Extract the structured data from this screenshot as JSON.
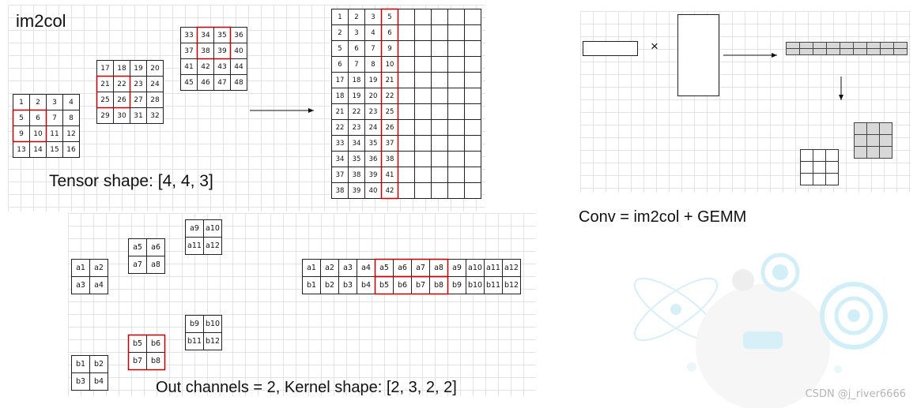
{
  "top_left": {
    "title": "im2col",
    "tensor_caption": "Tensor shape: [4, 4, 3]",
    "channels": [
      [
        [
          "1",
          "2",
          "3",
          "4"
        ],
        [
          "5",
          "6",
          "7",
          "8"
        ],
        [
          "9",
          "10",
          "11",
          "12"
        ],
        [
          "13",
          "14",
          "15",
          "16"
        ]
      ],
      [
        [
          "17",
          "18",
          "19",
          "20"
        ],
        [
          "21",
          "22",
          "23",
          "24"
        ],
        [
          "25",
          "26",
          "27",
          "28"
        ],
        [
          "29",
          "30",
          "31",
          "32"
        ]
      ],
      [
        [
          "33",
          "34",
          "35",
          "36"
        ],
        [
          "37",
          "38",
          "39",
          "40"
        ],
        [
          "41",
          "42",
          "43",
          "44"
        ],
        [
          "45",
          "46",
          "47",
          "48"
        ]
      ]
    ],
    "im2col_matrix": [
      [
        "1",
        "2",
        "3",
        "5"
      ],
      [
        "2",
        "3",
        "4",
        "6"
      ],
      [
        "5",
        "6",
        "7",
        "9"
      ],
      [
        "6",
        "7",
        "8",
        "10"
      ],
      [
        "17",
        "18",
        "19",
        "21"
      ],
      [
        "18",
        "19",
        "20",
        "22"
      ],
      [
        "21",
        "22",
        "23",
        "25"
      ],
      [
        "22",
        "23",
        "24",
        "26"
      ],
      [
        "33",
        "34",
        "35",
        "37"
      ],
      [
        "34",
        "35",
        "36",
        "38"
      ],
      [
        "37",
        "38",
        "39",
        "41"
      ],
      [
        "38",
        "39",
        "40",
        "42"
      ]
    ]
  },
  "bottom": {
    "caption": "Out channels = 2,  Kernel shape: [2, 3, 2, 2]",
    "kernel_a": [
      [
        [
          "a1",
          "a2"
        ],
        [
          "a3",
          "a4"
        ]
      ],
      [
        [
          "a5",
          "a6"
        ],
        [
          "a7",
          "a8"
        ]
      ],
      [
        [
          "a9",
          "a10"
        ],
        [
          "a11",
          "a12"
        ]
      ]
    ],
    "kernel_b": [
      [
        [
          "b1",
          "b2"
        ],
        [
          "b3",
          "b4"
        ]
      ],
      [
        [
          "b5",
          "b6"
        ],
        [
          "b7",
          "b8"
        ]
      ],
      [
        [
          "b9",
          "b10"
        ],
        [
          "b11",
          "b12"
        ]
      ]
    ],
    "flattened": [
      [
        "a1",
        "a2",
        "a3",
        "a4",
        "a5",
        "a6",
        "a7",
        "a8",
        "a9",
        "a10",
        "a11",
        "a12"
      ],
      [
        "b1",
        "b2",
        "b3",
        "b4",
        "b5",
        "b6",
        "b7",
        "b8",
        "b9",
        "b10",
        "b11",
        "b12"
      ]
    ]
  },
  "right": {
    "times_symbol": "×",
    "caption": "Conv = im2col + GEMM"
  },
  "watermark": "CSDN @j_river6666",
  "colors": {
    "highlight": "#c00000",
    "grid": "#e4e4e4",
    "cell_fill": "#d8d8d8"
  }
}
